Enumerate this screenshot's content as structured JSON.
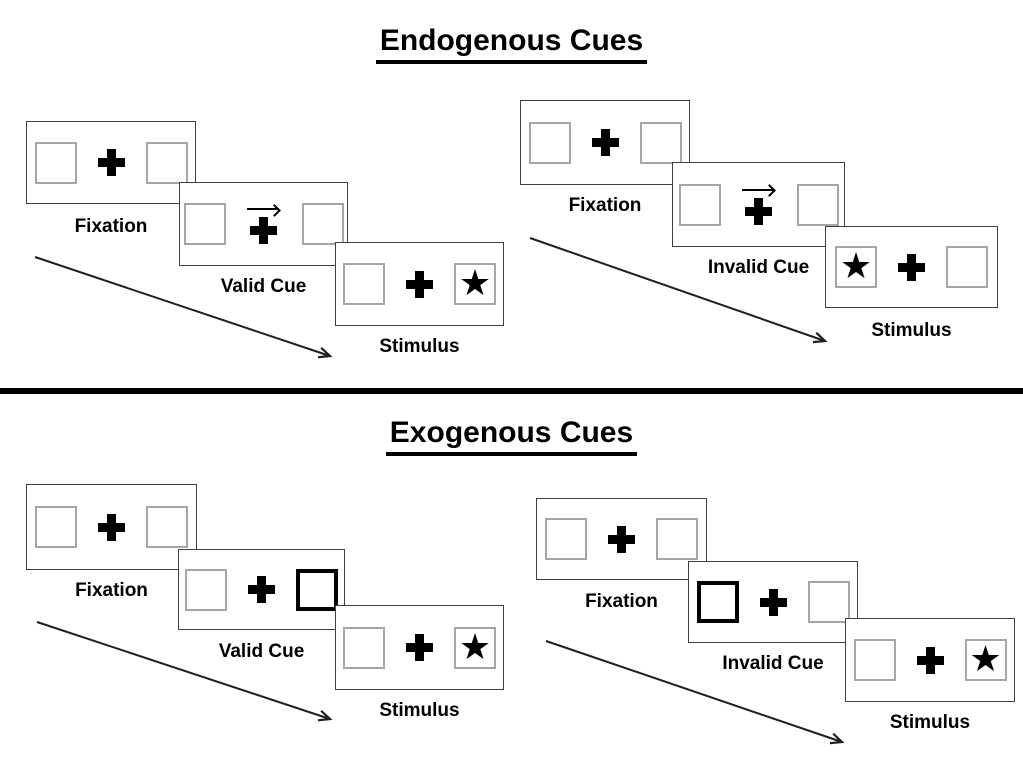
{
  "colors": {
    "background": "#ffffff",
    "ink": "#000000",
    "panel_border": "#404040",
    "square_border": "#a6a6a6",
    "cue_highlight_border": "#000000",
    "arrow": "#1f1f1f"
  },
  "glyphs": {
    "star": "★"
  },
  "icons": {
    "fixation_cross": "plus-icon",
    "cue_arrow": "right-arrow-icon",
    "target": "star-icon"
  },
  "sections": [
    {
      "title": "Endogenous Cues",
      "groups": [
        {
          "condition": "Valid",
          "panels": [
            {
              "label": "Fixation",
              "content": "empty-boxes"
            },
            {
              "label": "Valid Cue",
              "content": "central-arrow-cue",
              "cue_direction": "right"
            },
            {
              "label": "Stimulus",
              "content": "star-target",
              "star_position": "right"
            }
          ]
        },
        {
          "condition": "Invalid",
          "panels": [
            {
              "label": "Fixation",
              "content": "empty-boxes"
            },
            {
              "label": "Invalid Cue",
              "content": "central-arrow-cue",
              "cue_direction": "right"
            },
            {
              "label": "Stimulus",
              "content": "star-target",
              "star_position": "left"
            }
          ]
        }
      ]
    },
    {
      "title": "Exogenous Cues",
      "groups": [
        {
          "condition": "Valid",
          "panels": [
            {
              "label": "Fixation",
              "content": "empty-boxes"
            },
            {
              "label": "Valid Cue",
              "content": "peripheral-highlight-cue",
              "highlight_position": "right"
            },
            {
              "label": "Stimulus",
              "content": "star-target",
              "star_position": "right"
            }
          ]
        },
        {
          "condition": "Invalid",
          "panels": [
            {
              "label": "Fixation",
              "content": "empty-boxes"
            },
            {
              "label": "Invalid Cue",
              "content": "peripheral-highlight-cue",
              "highlight_position": "left"
            },
            {
              "label": "Stimulus",
              "content": "star-target",
              "star_position": "right"
            }
          ]
        }
      ]
    }
  ]
}
